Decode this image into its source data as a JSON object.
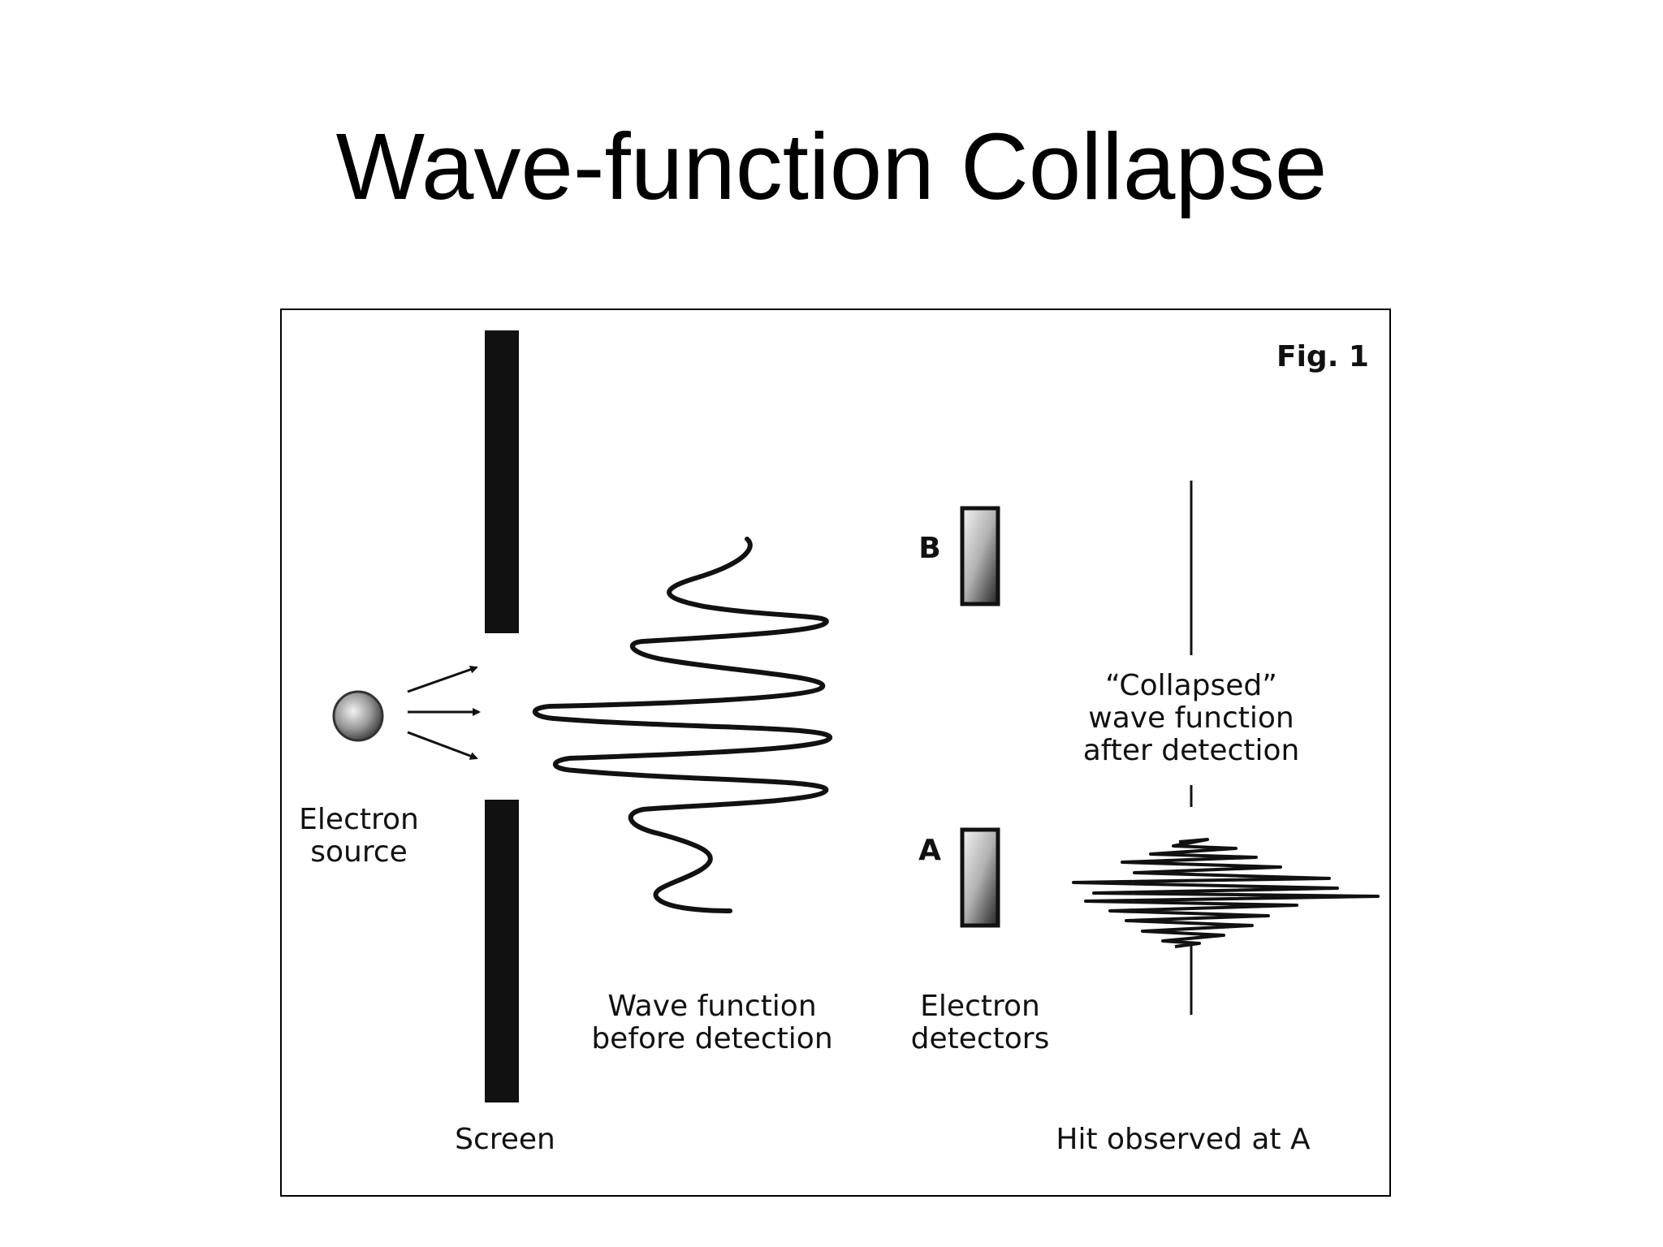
{
  "slide": {
    "title": "Wave-function Collapse"
  },
  "figure": {
    "fig_label": "Fig. 1",
    "labels": {
      "electron_source": "Electron\nsource",
      "screen": "Screen",
      "wave_before": "Wave function\nbefore detection",
      "detectors": "Electron\ndetectors",
      "detector_a": "A",
      "detector_b": "B",
      "collapsed": "“Collapsed”\nwave function\nafter detection",
      "hit": "Hit observed at A"
    }
  }
}
